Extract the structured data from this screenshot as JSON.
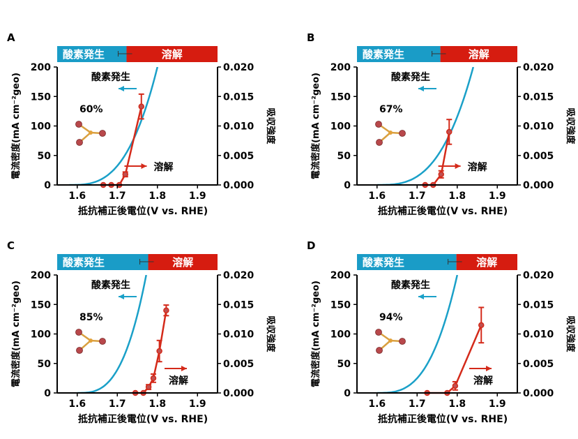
{
  "colors": {
    "oxygen_bar": "#1a9cc7",
    "dissolution_bar": "#d61c10",
    "current_line": "#1aa0c8",
    "absorbance_line": "#d42a1a",
    "marker_fill": "#c05050",
    "axis": "#000000",
    "arrow_blue": "#1aa0c8",
    "arrow_red": "#d42a1a",
    "molecule_atom": "#b8484b",
    "molecule_center": "#e2a23a"
  },
  "chart_data": [
    {
      "panel": "A",
      "type": "line",
      "bar_left_label": "酸素発生",
      "bar_right_label": "溶解",
      "bar_split": 1.723,
      "xlabel": "抵抗補正後電位(V vs. RHE)",
      "ylabel_left": "電流密度(mA cm⁻²geo)",
      "ylabel_right": "吸収強度",
      "xlim": [
        1.55,
        1.95
      ],
      "xticks": [
        "1.6",
        "1.7",
        "1.8",
        "1.9"
      ],
      "ylim_left": [
        0,
        200
      ],
      "yticks_left": [
        "0",
        "50",
        "100",
        "150",
        "200"
      ],
      "ylim_right": [
        0,
        0.02
      ],
      "yticks_right": [
        "0.000",
        "0.005",
        "0.010",
        "0.015",
        "0.020"
      ],
      "current_onset": 1.58,
      "current_x200": 1.8,
      "absorbance": {
        "x": [
          1.665,
          1.685,
          1.705,
          1.72,
          1.76
        ],
        "y": [
          0.0,
          0.0,
          0.0,
          0.0018,
          0.0133
        ],
        "err": [
          0,
          0,
          0,
          0.0004,
          0.0021
        ]
      },
      "percent_label": "60%",
      "oxygen_label": "酸素発生",
      "dissolution_label": "溶解"
    },
    {
      "panel": "B",
      "type": "line",
      "bar_left_label": "酸素発生",
      "bar_right_label": "溶解",
      "bar_split": 1.758,
      "xlabel": "抵抗補正後電位(V vs. RHE)",
      "ylabel_left": "電流密度(mA cm⁻²geo)",
      "ylabel_right": "吸収強度",
      "xlim": [
        1.55,
        1.95
      ],
      "xticks": [
        "1.6",
        "1.7",
        "1.8",
        "1.9"
      ],
      "ylim_left": [
        0,
        200
      ],
      "yticks_left": [
        "0",
        "50",
        "100",
        "150",
        "200"
      ],
      "ylim_right": [
        0,
        0.02
      ],
      "yticks_right": [
        "0.000",
        "0.005",
        "0.010",
        "0.015",
        "0.020"
      ],
      "current_onset": 1.6,
      "current_x200": 1.84,
      "absorbance": {
        "x": [
          1.72,
          1.74,
          1.76,
          1.78
        ],
        "y": [
          0.0,
          0.0,
          0.0018,
          0.009
        ],
        "err": [
          0,
          0,
          0.0006,
          0.0021
        ]
      },
      "percent_label": "67%",
      "oxygen_label": "酸素発生",
      "dissolution_label": "溶解"
    },
    {
      "panel": "C",
      "type": "line",
      "bar_left_label": "酸素発生",
      "bar_right_label": "溶解",
      "bar_split": 1.777,
      "xlabel": "抵抗補正後電位(V vs. RHE)",
      "ylabel_left": "電流密度(mA cm⁻²geo)",
      "ylabel_right": "吸収強度",
      "xlim": [
        1.55,
        1.95
      ],
      "xticks": [
        "1.6",
        "1.7",
        "1.8",
        "1.9"
      ],
      "ylim_left": [
        0,
        200
      ],
      "yticks_left": [
        "0",
        "50",
        "100",
        "150",
        "200"
      ],
      "ylim_right": [
        0,
        0.02
      ],
      "yticks_right": [
        "0.000",
        "0.005",
        "0.010",
        "0.015",
        "0.020"
      ],
      "current_onset": 1.6,
      "current_x200": 1.772,
      "absorbance": {
        "x": [
          1.745,
          1.765,
          1.778,
          1.79,
          1.805,
          1.822
        ],
        "y": [
          0.0,
          0.0,
          0.001,
          0.0025,
          0.0071,
          0.014
        ],
        "err": [
          0,
          0,
          0.0004,
          0.0007,
          0.0018,
          0.0009
        ]
      },
      "percent_label": "85%",
      "oxygen_label": "酸素発生",
      "dissolution_label": "溶解"
    },
    {
      "panel": "D",
      "type": "line",
      "bar_left_label": "酸素発生",
      "bar_right_label": "溶解",
      "bar_split": 1.798,
      "xlabel": "抵抗補正後電位(V vs. RHE)",
      "ylabel_left": "電流密度(mA cm⁻²geo)",
      "ylabel_right": "吸収強度",
      "xlim": [
        1.55,
        1.95
      ],
      "xticks": [
        "1.6",
        "1.7",
        "1.8",
        "1.9"
      ],
      "ylim_left": [
        0,
        200
      ],
      "yticks_left": [
        "0",
        "50",
        "100",
        "150",
        "200"
      ],
      "ylim_right": [
        0,
        0.02
      ],
      "yticks_right": [
        "0.000",
        "0.005",
        "0.010",
        "0.015",
        "0.020"
      ],
      "current_onset": 1.6,
      "current_x200": 1.8,
      "absorbance": {
        "x": [
          1.725,
          1.775,
          1.795,
          1.86
        ],
        "y": [
          0.0,
          0.0,
          0.0012,
          0.0115
        ],
        "err": [
          0,
          0,
          0.0007,
          0.003
        ]
      },
      "percent_label": "94%",
      "oxygen_label": "酸素発生",
      "dissolution_label": "溶解"
    }
  ]
}
